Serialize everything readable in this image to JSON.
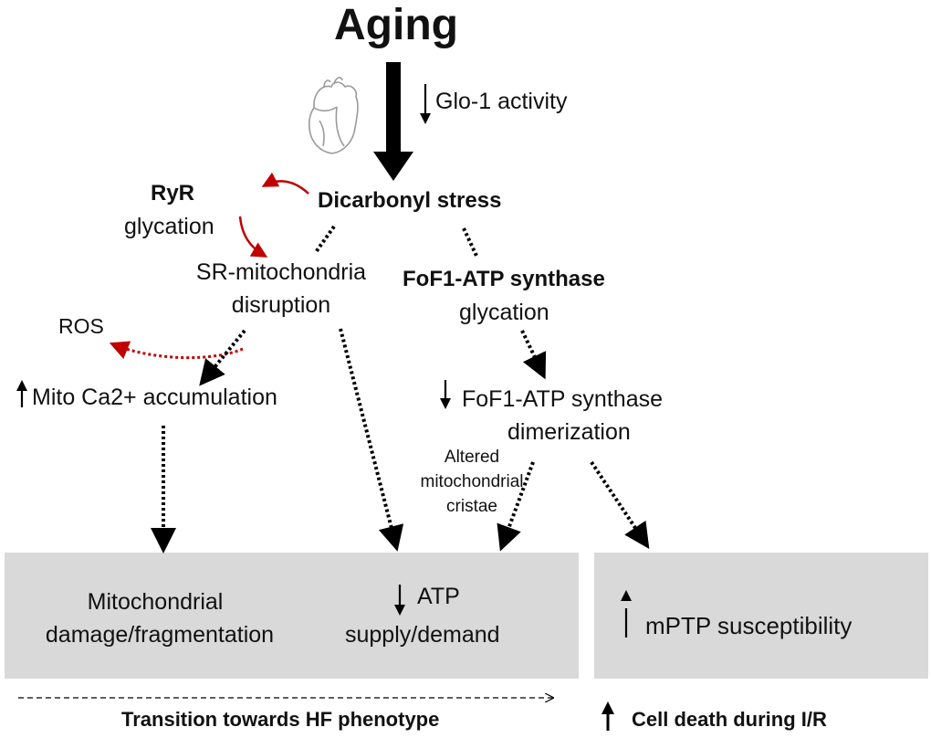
{
  "title": "Aging",
  "glo1": {
    "arrow": "↓",
    "text": "Glo-1 activity"
  },
  "dicarbonyl": "Dicarbonyl stress",
  "ryr": {
    "bold": "RyR",
    "text": "glycation"
  },
  "sr_mito": {
    "line1": "SR-mitochondria",
    "line2": "disruption"
  },
  "fof1": {
    "bold": "FoF1-ATP synthase",
    "text": "glycation"
  },
  "ros": "ROS",
  "mito_ca": {
    "arrow": "↑",
    "text": "Mito Ca2+ accumulation"
  },
  "fof1_dimer": {
    "arrow": "↓",
    "line1": "FoF1-ATP synthase",
    "line2": "dimerization"
  },
  "cristae": {
    "line1": "Altered",
    "line2": "mitochondrial",
    "line3": "cristae"
  },
  "box_left": {
    "mito_damage": {
      "line1": "Mitochondrial",
      "line2": "damage/fragmentation"
    },
    "atp": {
      "arrow": "↓",
      "line1": "ATP",
      "line2": "supply/demand"
    }
  },
  "box_right": {
    "arrow": "↑",
    "text": "mPTP susceptibility"
  },
  "footer": {
    "left": "Transition towards HF phenotype",
    "right_arrow": "↑",
    "right": "Cell death during I/R"
  },
  "colors": {
    "black": "#000000",
    "red": "#c00000",
    "box": "#d9d9d9"
  }
}
